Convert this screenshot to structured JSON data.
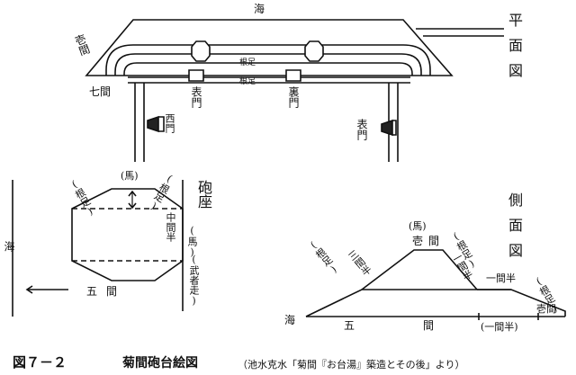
{
  "plan": {
    "sea": "海",
    "title": "平面図",
    "length_left": "壱間",
    "corner": "七間",
    "nezoku_outer": "根足",
    "nezoku_inner": "根足",
    "gate_front": "表門",
    "gate_back": "裏門",
    "gate_west": "西門",
    "gate_front_right": "表門"
  },
  "section_left": {
    "sea": "海",
    "hou": "(馬)",
    "nezoku_left": "(根足)",
    "nezoku_right": "(根足)",
    "mid_label": "中間半",
    "uma": "(馬)",
    "musha": "(武者走)",
    "houza": "砲座",
    "width": "五間"
  },
  "side": {
    "title": "側面図",
    "uma": "(馬)",
    "top_len": "壱間",
    "nezoku_left": "(根足)",
    "slope_left": "三間半",
    "nezoku_mid": "(根足)",
    "slope_right": "一間半",
    "step": "一間半",
    "nezoku_right": "(根足)",
    "base_len_a": "五",
    "base_len_b": "間",
    "base_right": "(一間半)",
    "base_right_top": "壱間",
    "sea": "海"
  },
  "caption": {
    "fig": "図７－２",
    "title": "菊間砲台絵図",
    "source": "（池水克水「菊間『お台湯』築造とその後」より）"
  }
}
